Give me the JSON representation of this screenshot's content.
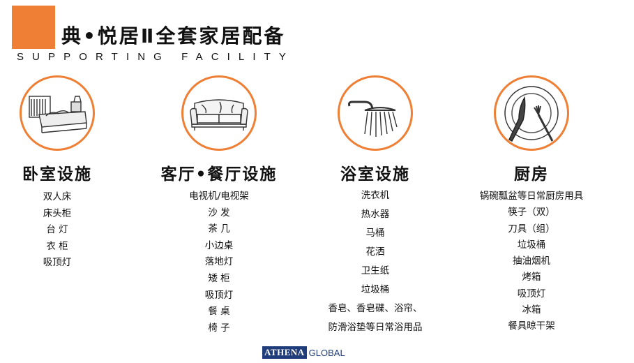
{
  "header": {
    "title": "典•悦居Ⅱ全套家居配备",
    "subtitle": "SUPPORTING FACILITY"
  },
  "colors": {
    "accent": "#ef7f34",
    "brand": "#1f3d7a"
  },
  "categories": [
    {
      "title": "卧室设施",
      "icon": "bed-icon",
      "items": [
        "双人床",
        "床头柜",
        "台  灯",
        "衣  柜",
        "吸顶灯"
      ]
    },
    {
      "title": "客厅•餐厅设施",
      "icon": "sofa-icon",
      "items": [
        "电视机/电视架",
        "沙  发",
        "茶  几",
        "小边桌",
        "落地灯",
        "矮  柜",
        "吸顶灯",
        "餐  桌",
        "椅  子"
      ]
    },
    {
      "title": "浴室设施",
      "icon": "shower-icon",
      "items": [
        "洗衣机",
        "热水器",
        "马桶",
        "花洒",
        "卫生纸",
        "垃圾桶",
        "香皂、香皂碟、浴帘、",
        "防滑浴垫等日常浴用品"
      ]
    },
    {
      "title": "厨房",
      "icon": "plate-fork-knife-icon",
      "items": [
        "锅碗瓢盆等日常厨房用具",
        "筷子（双）",
        "刀具（组）",
        "垃圾桶",
        "抽油烟机",
        "烤箱",
        "吸顶灯",
        "冰箱",
        "餐具晾干架"
      ]
    }
  ],
  "footer": {
    "logo_box": "ATHENA",
    "logo_text": "GLOBAL"
  }
}
